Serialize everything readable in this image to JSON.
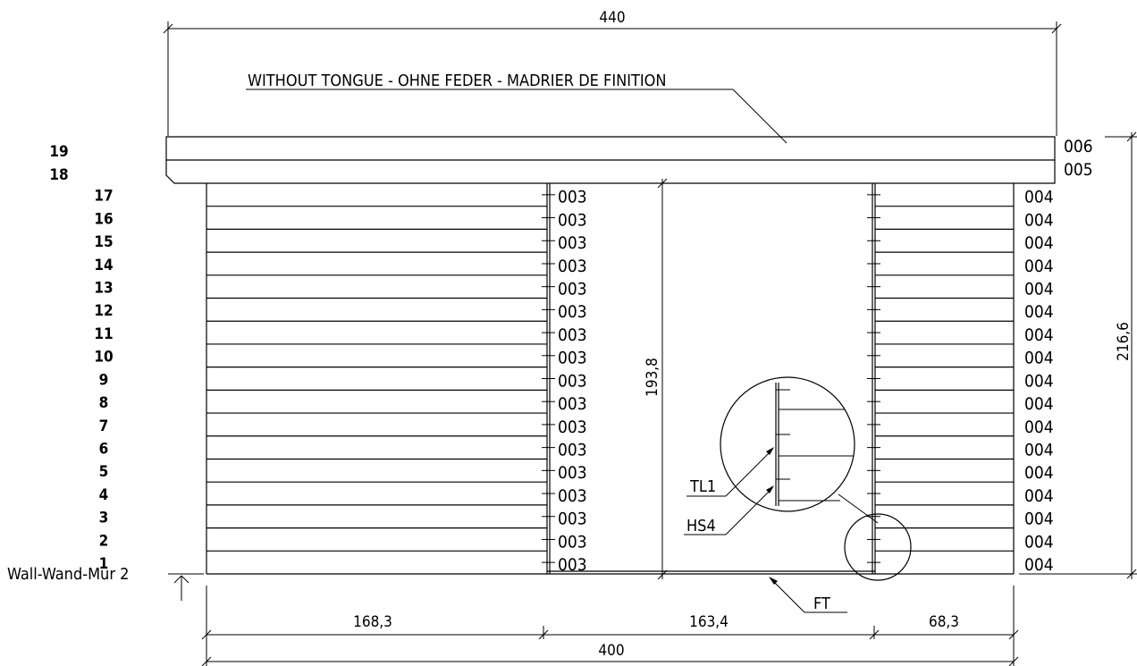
{
  "dimensions": {
    "top_width": "440",
    "bottom_total": "400",
    "segments": [
      "168,3",
      "163,4",
      "68,3"
    ],
    "opening_height": "193,8",
    "total_height": "216,6"
  },
  "title_note": "WITHOUT TONGUE - OHNE FEDER - MADRIER DE FINITION",
  "row_numbers": [
    "1",
    "2",
    "3",
    "4",
    "5",
    "6",
    "7",
    "8",
    "9",
    "10",
    "11",
    "12",
    "13",
    "14",
    "15",
    "16",
    "17",
    "18",
    "19"
  ],
  "left_codes": [
    "003",
    "003",
    "003",
    "003",
    "003",
    "003",
    "003",
    "003",
    "003",
    "003",
    "003",
    "003",
    "003",
    "003",
    "003",
    "003",
    "003"
  ],
  "right_codes": [
    "004",
    "004",
    "004",
    "004",
    "004",
    "004",
    "004",
    "004",
    "004",
    "004",
    "004",
    "004",
    "004",
    "004",
    "004",
    "004",
    "004"
  ],
  "top_codes": {
    "row18": "005",
    "row19": "006"
  },
  "detail_labels": {
    "tl": "TL1",
    "hs": "HS4",
    "ft": "FT"
  },
  "wall_label": "Wall-Wand-Mur 2"
}
